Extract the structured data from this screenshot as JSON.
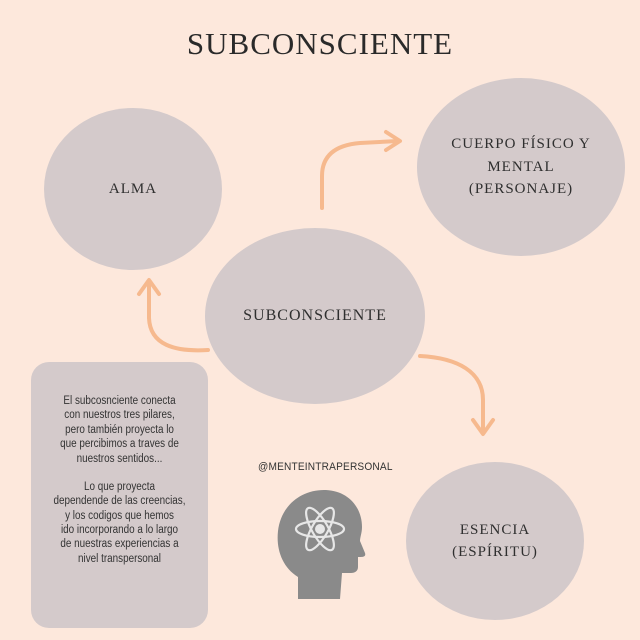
{
  "title": "SUBCONSCIENTE",
  "nodes": {
    "alma": "ALMA",
    "cuerpo": "CUERPO FÍSICO Y\nMENTAL\n(PERSONAJE)",
    "subconsciente": "SUBCONSCIENTE",
    "esencia": "ESENCIA\n(ESPÍRITU)"
  },
  "note": {
    "paragraph1": "El subcosnciente conecta\ncon nuestros tres pilares,\npero también proyecta lo\nque percibimos a traves de\nnuestros sentidos...",
    "paragraph2": "Lo que proyecta\ndependende de las creencias,\ny los codigos que hemos\nido incorporando a lo largo\nde nuestras experiencias a\nnivel transpersonal"
  },
  "handle": "@MENTEINTRAPERSONAL",
  "colors": {
    "background": "#fde8dc",
    "circle": "#d4cacb",
    "arrow": "#f6b98e"
  },
  "icons": [
    "head-silhouette-icon",
    "atom-icon"
  ]
}
